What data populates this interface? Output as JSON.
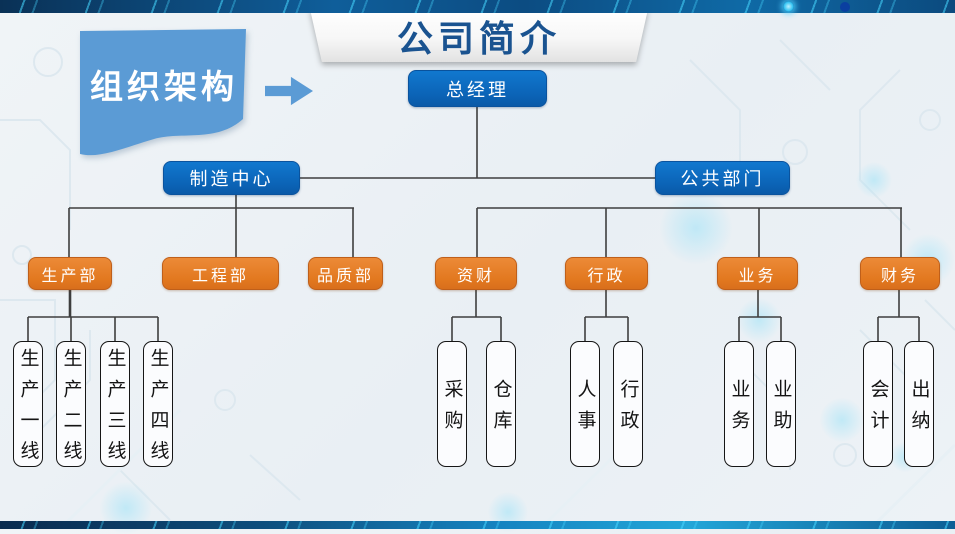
{
  "slide": {
    "title": "公司简介",
    "section_label": "组织架构"
  },
  "theme": {
    "bar_navy": "#0f5e9a",
    "bar_cyan_stripe": "#46d7ff",
    "title_text_blue": "#1a5390",
    "flag_blue": "#5b9bd5",
    "node_blue": "#0b63b6",
    "node_orange": "#e2781f",
    "connector_gray": "#3e3e3e",
    "team_box_border": "#161616"
  },
  "org_chart": {
    "root": {
      "label": "总经理"
    },
    "divisions": [
      {
        "label": "制造中心",
        "departments": [
          {
            "label": "生产部",
            "teams": [
              {
                "label": "生产一线"
              },
              {
                "label": "生产二线"
              },
              {
                "label": "生产三线"
              },
              {
                "label": "生产四线"
              }
            ]
          },
          {
            "label": "工程部",
            "teams": []
          },
          {
            "label": "品质部",
            "teams": []
          }
        ]
      },
      {
        "label": "公共部门",
        "departments": [
          {
            "label": "资财",
            "teams": [
              {
                "label": "采购"
              },
              {
                "label": "仓库"
              }
            ]
          },
          {
            "label": "行政",
            "teams": [
              {
                "label": "人事"
              },
              {
                "label": "行政"
              }
            ]
          },
          {
            "label": "业务",
            "teams": [
              {
                "label": "业务"
              },
              {
                "label": "业助"
              }
            ]
          },
          {
            "label": "财务",
            "teams": [
              {
                "label": "会计"
              },
              {
                "label": "出纳"
              }
            ]
          }
        ]
      }
    ]
  }
}
